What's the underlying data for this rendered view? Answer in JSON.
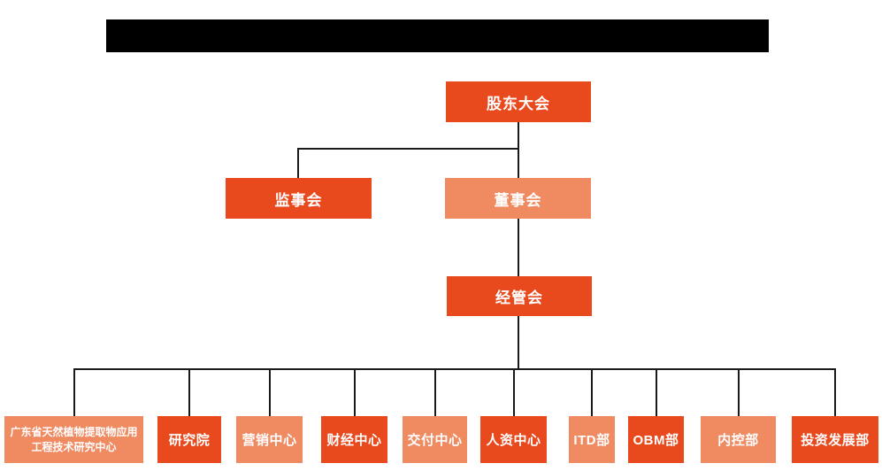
{
  "colors": {
    "background": "#FFFFFF",
    "box_dark": "#E8491D",
    "box_light": "#F08A61",
    "box_text": "#FFFFFF",
    "connector_line": "#1A1A1A",
    "redaction_bar": "#000000"
  },
  "nodes": {
    "shareholders_meeting": {
      "label": "股东大会",
      "variant": "dark"
    },
    "supervisory_board": {
      "label": "监事会",
      "variant": "dark"
    },
    "board_of_directors": {
      "label": "董事会",
      "variant": "light"
    },
    "management_committee": {
      "label": "经管会",
      "variant": "dark"
    }
  },
  "departments": [
    {
      "label": "广东省天然植物提取物应用工程技术研究中心",
      "variant": "light"
    },
    {
      "label": "研究院",
      "variant": "dark"
    },
    {
      "label": "营销中心",
      "variant": "light"
    },
    {
      "label": "财经中心",
      "variant": "dark"
    },
    {
      "label": "交付中心",
      "variant": "light"
    },
    {
      "label": "人资中心",
      "variant": "dark"
    },
    {
      "label": "ITD部",
      "variant": "light"
    },
    {
      "label": "OBM部",
      "variant": "dark"
    },
    {
      "label": "内控部",
      "variant": "light"
    },
    {
      "label": "投资发展部",
      "variant": "dark"
    }
  ]
}
